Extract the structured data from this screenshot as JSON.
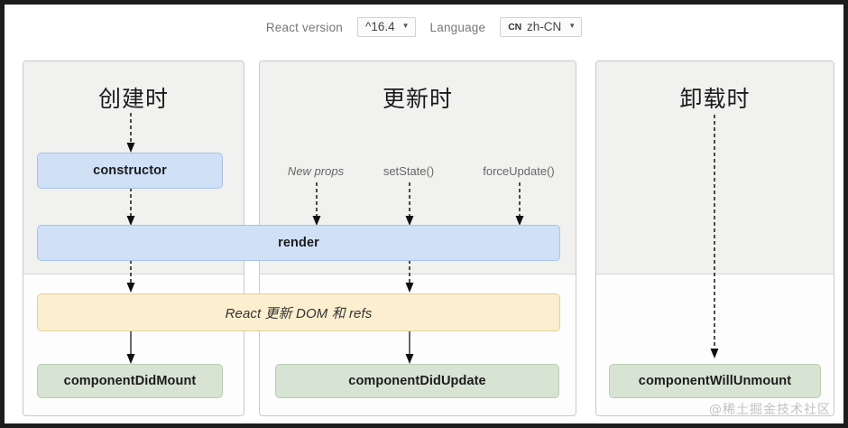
{
  "controls": {
    "react_version_label": "React version",
    "react_version_value": "^16.4",
    "language_label": "Language",
    "language_badge": "CN",
    "language_value": "zh-CN",
    "caret": "▼"
  },
  "columns": [
    {
      "title": "创建时"
    },
    {
      "title": "更新时"
    },
    {
      "title": "卸载时"
    }
  ],
  "nodes": {
    "constructor": "constructor",
    "render": "render",
    "react_dom": "React 更新 DOM 和 refs",
    "did_mount": "componentDidMount",
    "did_update": "componentDidUpdate",
    "will_unmount": "componentWillUnmount"
  },
  "triggers": [
    {
      "label": "New props"
    },
    {
      "label": "setState()"
    },
    {
      "label": "forceUpdate()"
    }
  ],
  "watermark": "@稀土掘金技术社区",
  "colors": {
    "blue": "#cfe0f7",
    "green": "#d8e4d3",
    "yellow": "#fcefcf",
    "panel": "#f1f2f0"
  }
}
